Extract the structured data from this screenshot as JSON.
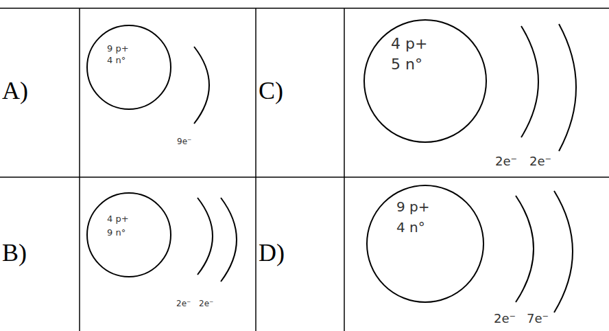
{
  "diagram": {
    "nodes": [
      {
        "text": [
          "9 p+",
          "4 n°"
        ]
      },
      {
        "text": [
          "4 p+",
          "5 n°"
        ]
      },
      {
        "text": [
          "4 p+",
          "9 n°"
        ]
      },
      {
        "text": [
          "9 p+",
          "4 n°"
        ]
      }
    ],
    "labels": [
      "A)",
      "9e⁻",
      "C)",
      "2e⁻",
      "2e⁻",
      "B)",
      "2e⁻",
      "2e⁻",
      "D)",
      "2e⁻",
      "7e⁻"
    ]
  }
}
